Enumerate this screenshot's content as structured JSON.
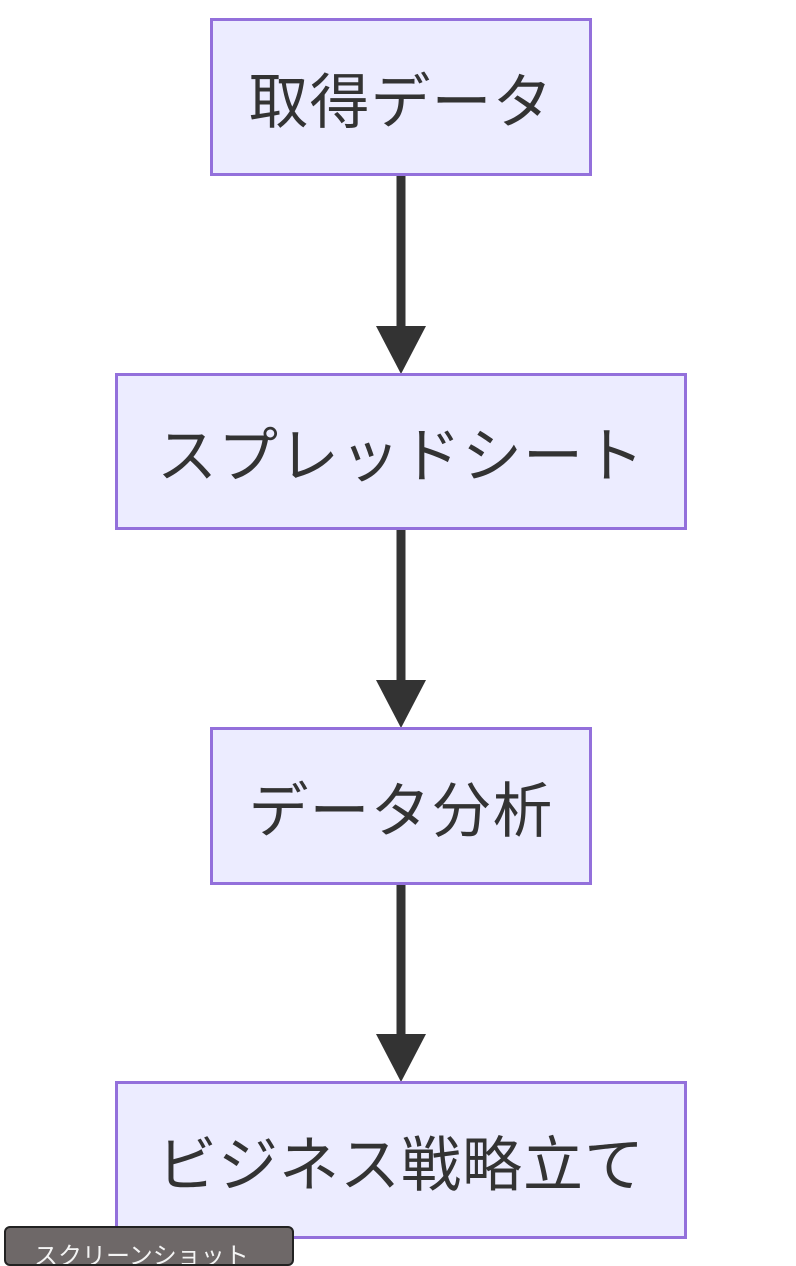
{
  "nodes": [
    {
      "id": "n1",
      "label": "取得データ"
    },
    {
      "id": "n2",
      "label": "スプレッドシート"
    },
    {
      "id": "n3",
      "label": "データ分析"
    },
    {
      "id": "n4",
      "label": "ビジネス戦略立て"
    }
  ],
  "edges": [
    {
      "from": "n1",
      "to": "n2"
    },
    {
      "from": "n2",
      "to": "n3"
    },
    {
      "from": "n3",
      "to": "n4"
    }
  ],
  "tooltip": {
    "label": "スクリーンショット"
  },
  "colors": {
    "node_fill": "#ECECFF",
    "node_border": "#9370DB",
    "text": "#333333",
    "edge": "#333333"
  }
}
